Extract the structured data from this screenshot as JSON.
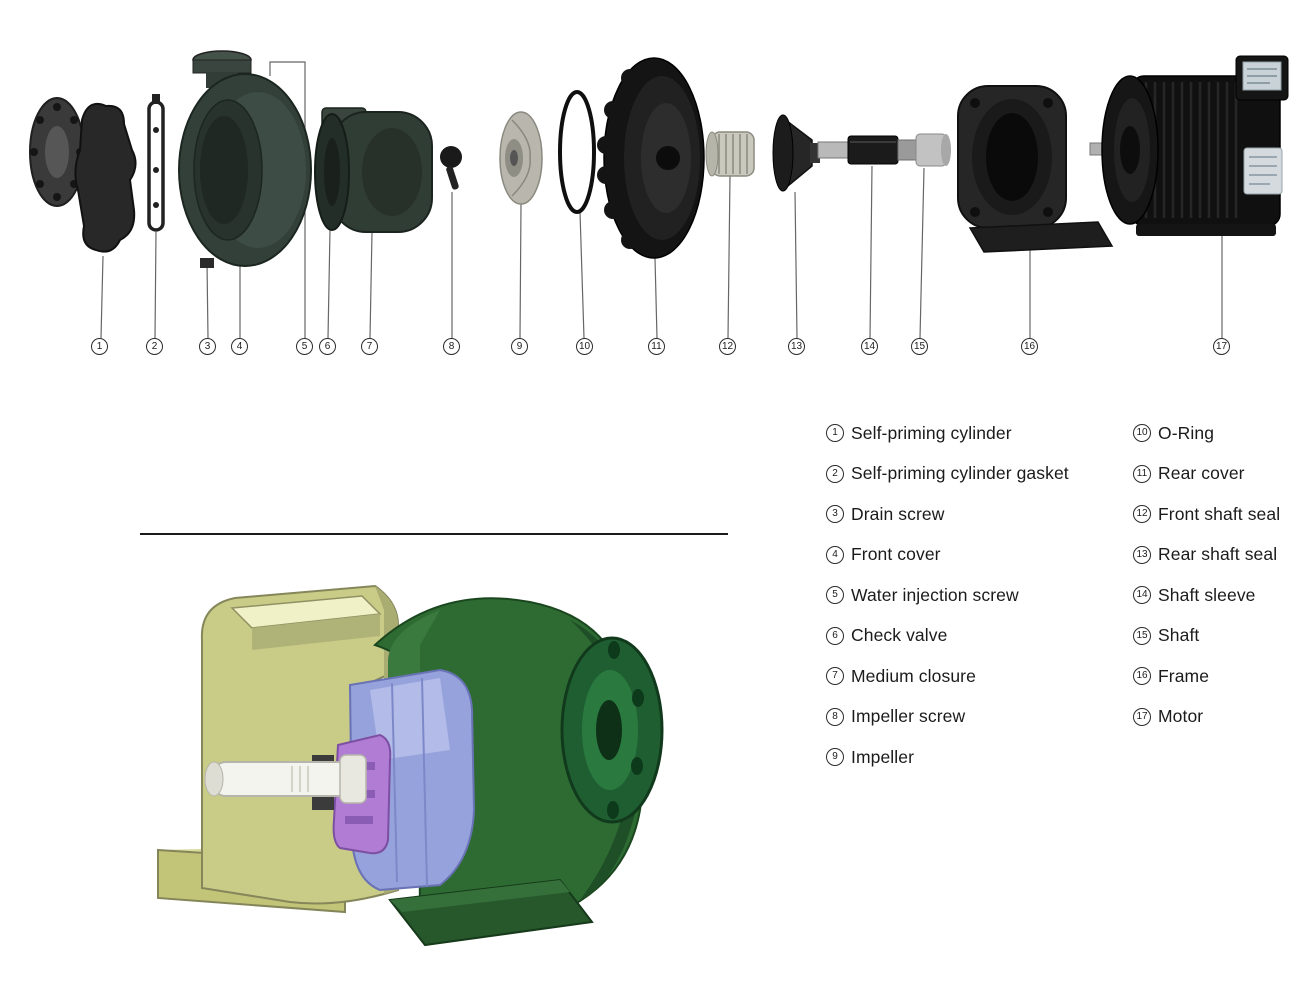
{
  "markers": [
    "1",
    "2",
    "3",
    "4",
    "5",
    "6",
    "7",
    "8",
    "9",
    "10",
    "11",
    "12",
    "13",
    "14",
    "15",
    "16",
    "17"
  ],
  "legend": {
    "left": [
      {
        "num": "1",
        "label": "Self-priming cylinder"
      },
      {
        "num": "2",
        "label": "Self-priming cylinder gasket"
      },
      {
        "num": "3",
        "label": "Drain screw"
      },
      {
        "num": "4",
        "label": "Front cover"
      },
      {
        "num": "5",
        "label": "Water injection screw"
      },
      {
        "num": "6",
        "label": "Check valve"
      },
      {
        "num": "7",
        "label": "Medium closure"
      },
      {
        "num": "8",
        "label": "Impeller screw"
      },
      {
        "num": "9",
        "label": "Impeller"
      }
    ],
    "right": [
      {
        "num": "10",
        "label": "O-Ring"
      },
      {
        "num": "11",
        "label": "Rear cover"
      },
      {
        "num": "12",
        "label": "Front shaft seal"
      },
      {
        "num": "13",
        "label": "Rear shaft seal"
      },
      {
        "num": "14",
        "label": "Shaft sleeve"
      },
      {
        "num": "15",
        "label": "Shaft"
      },
      {
        "num": "16",
        "label": "Frame"
      },
      {
        "num": "17",
        "label": "Motor"
      }
    ]
  },
  "colors": {
    "casing_green": "#2f6b33",
    "housing_khaki": "#c9cc86",
    "interior_blue": "#96a2db",
    "impeller_purple": "#b07cd4",
    "part_dark": "#1a1a1a"
  }
}
